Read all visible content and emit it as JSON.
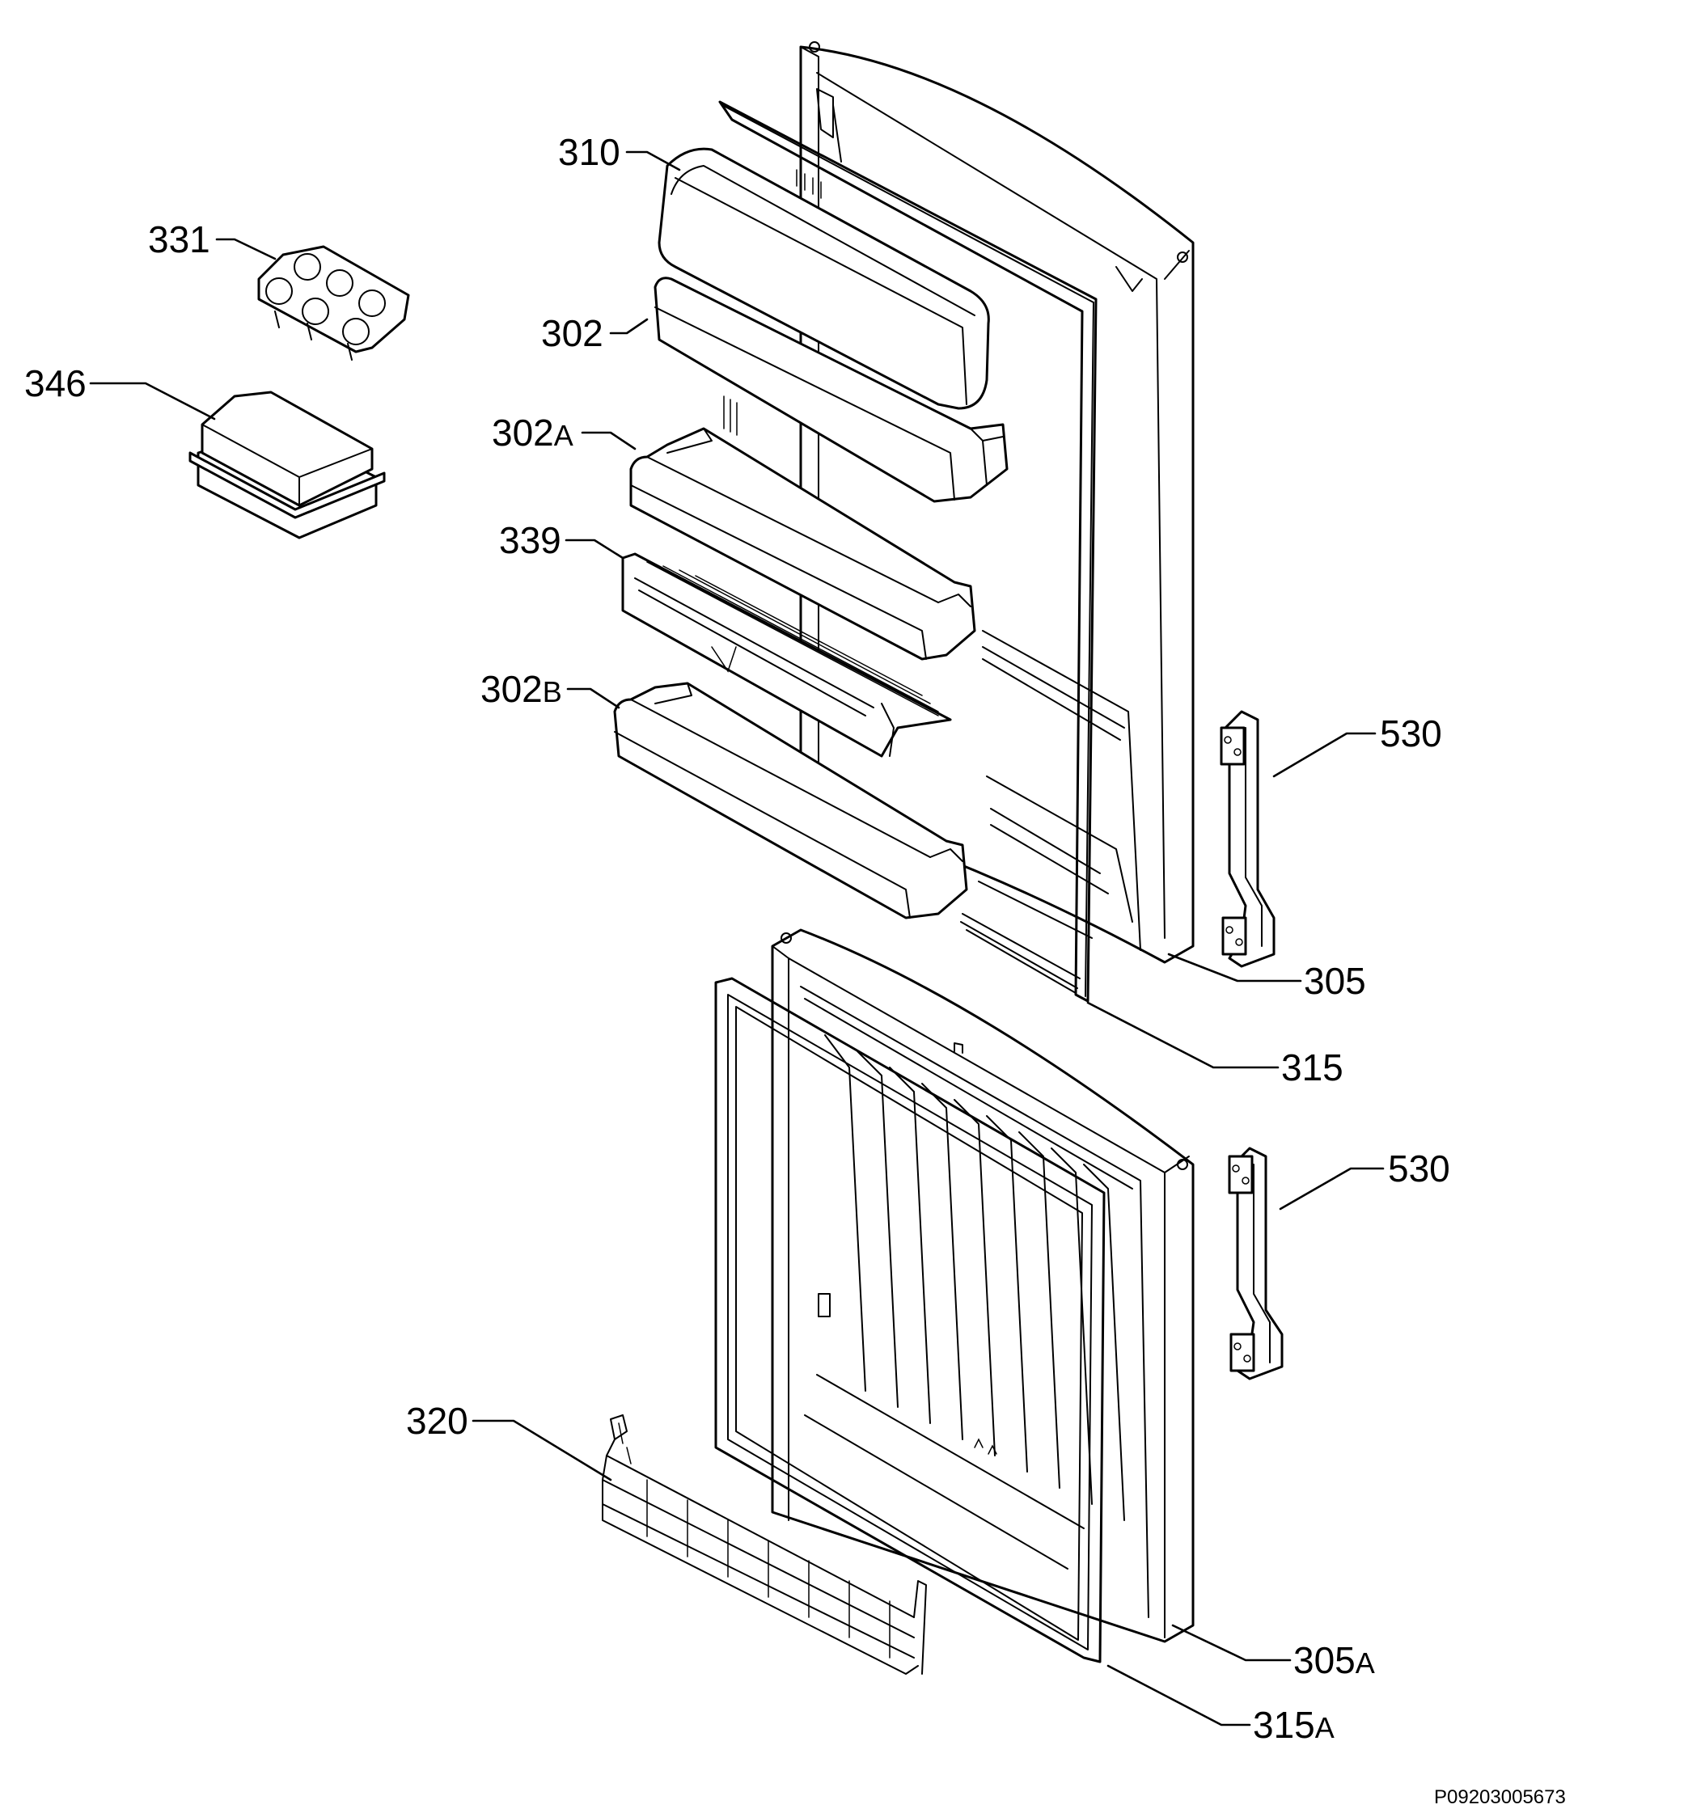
{
  "labels": {
    "p310": "310",
    "p331": "331",
    "p302": "302",
    "p346": "346",
    "p302a": "302",
    "p302a_suffix": "A",
    "p339": "339",
    "p302b": "302",
    "p302b_suffix": "B",
    "p530_top": "530",
    "p305": "305",
    "p315": "315",
    "p530_bottom": "530",
    "p320": "320",
    "p305a": "305",
    "p305a_suffix": "A",
    "p315a": "315",
    "p315a_suffix": "A"
  },
  "drawing_code": "P09203005673"
}
